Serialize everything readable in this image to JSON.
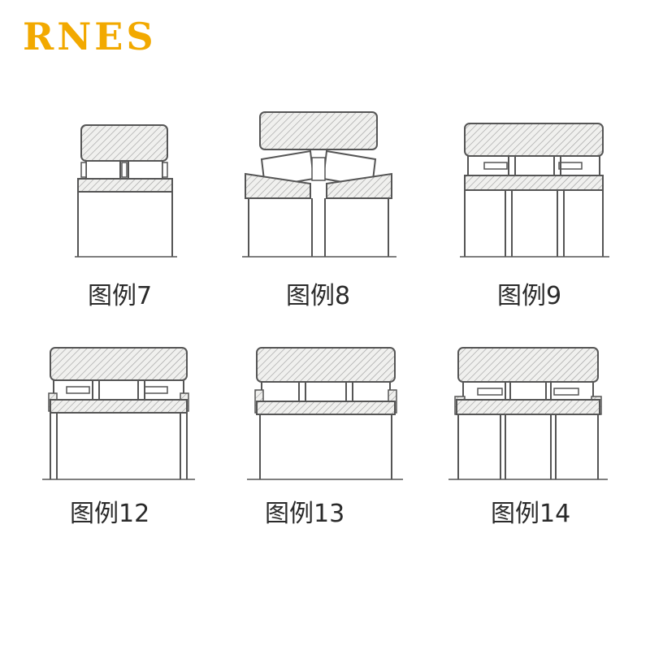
{
  "brand": {
    "logo_text": "RNES",
    "logo_color": "#f2a900"
  },
  "colors": {
    "line": "#555555",
    "hatch": "#9a9a9a",
    "fill": "#f0f0ee"
  },
  "figures": [
    {
      "label": "图例7"
    },
    {
      "label": "图例8"
    },
    {
      "label": "图例9"
    },
    {
      "label": "图例12"
    },
    {
      "label": "图例13"
    },
    {
      "label": "图例14"
    }
  ]
}
